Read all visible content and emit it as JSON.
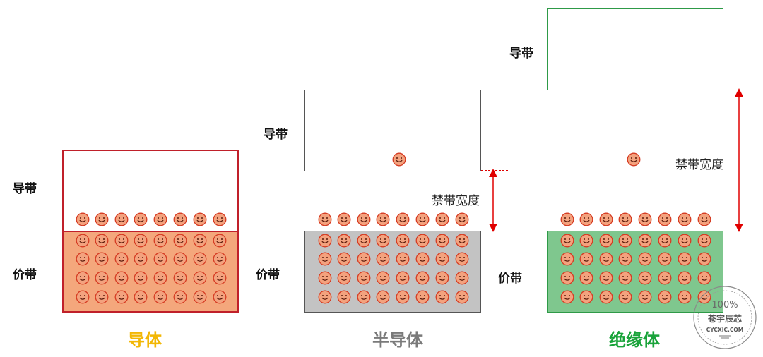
{
  "panels": [
    {
      "id": "conductor",
      "title": "导体",
      "conduction_label": "导带",
      "valence_label": "价带",
      "gap_label": "",
      "colors": {
        "border": "#c0202a",
        "fill": "#f4a77c",
        "title": "#f2b705"
      }
    },
    {
      "id": "semiconductor",
      "title": "半导体",
      "conduction_label": "导带",
      "valence_label": "价带",
      "gap_label": "禁带宽度",
      "colors": {
        "border": "#555555",
        "fill": "#c3c3c3",
        "title": "#7a7a7a"
      }
    },
    {
      "id": "insulator",
      "title": "绝缘体",
      "conduction_label": "导带",
      "valence_label": "价带",
      "gap_label": "禁带宽度",
      "colors": {
        "border": "#2e9a47",
        "fill": "#7fc78e",
        "title": "#19a33a"
      }
    }
  ],
  "electron": {
    "icon": "smiley-electron-icon",
    "face": "#f3a27e",
    "stroke": "#d53b22"
  },
  "arrow_color": "#e00000",
  "watermark": {
    "line1": "100%",
    "line2": "苍宇辰芯",
    "line3": "CYCXIC.COM"
  }
}
